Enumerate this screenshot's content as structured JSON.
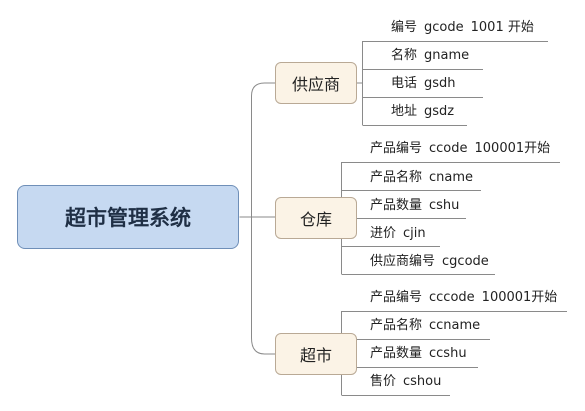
{
  "root": {
    "label": "超市管理系统"
  },
  "branches": [
    {
      "label": "供应商",
      "leaves": [
        {
          "cn": "编号",
          "code": "gcode",
          "note": "1001 开始"
        },
        {
          "cn": "名称",
          "code": "gname",
          "note": ""
        },
        {
          "cn": "电话",
          "code": "gsdh",
          "note": ""
        },
        {
          "cn": "地址",
          "code": "gsdz",
          "note": ""
        }
      ]
    },
    {
      "label": "仓库",
      "leaves": [
        {
          "cn": "产品编号",
          "code": "ccode",
          "note": "100001开始"
        },
        {
          "cn": "产品名称",
          "code": "cname",
          "note": ""
        },
        {
          "cn": "产品数量",
          "code": "cshu",
          "note": ""
        },
        {
          "cn": "进价",
          "code": "cjin",
          "note": ""
        },
        {
          "cn": "供应商编号",
          "code": "cgcode",
          "note": ""
        }
      ]
    },
    {
      "label": "超市",
      "leaves": [
        {
          "cn": "产品编号",
          "code": "cccode",
          "note": "100001开始"
        },
        {
          "cn": "产品名称",
          "code": "ccname",
          "note": ""
        },
        {
          "cn": "产品数量",
          "code": "ccshu",
          "note": ""
        },
        {
          "cn": "售价",
          "code": "cshou",
          "note": ""
        }
      ]
    }
  ],
  "colors": {
    "root_fill": "#c6d9f1",
    "branch_fill": "#fbf3e6",
    "connector": "#8a8a8a"
  }
}
